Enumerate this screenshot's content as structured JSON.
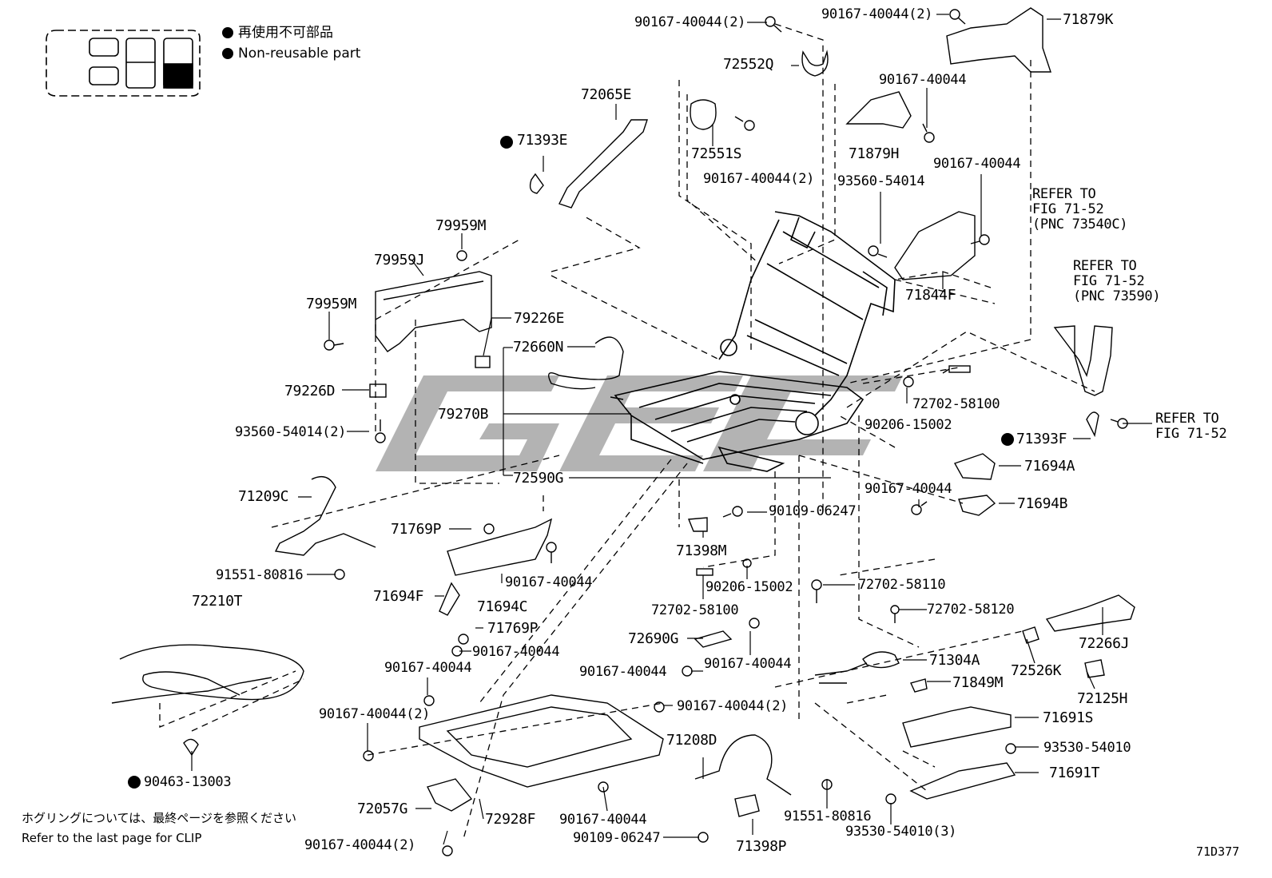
{
  "legend": {
    "jp": "再使用不可部品",
    "en": "Non-reusable part"
  },
  "clip_note": {
    "jp": "ホグリングについては、最終ページを参照ください",
    "en": "Refer to the last page for CLIP"
  },
  "figure_code": "71D377",
  "parts": [
    "90167-40044(2)",
    "90167-40044(2)",
    "71879K",
    "72552Q",
    "72065E",
    "71393E",
    "90167-40044",
    "72551S",
    "90167-40044(2)",
    "71879H",
    "90167-40044",
    "93560-54014",
    "REFER TO",
    "FIG 71-52",
    "(PNC 73540C)",
    "REFER TO",
    "FIG 71-52",
    "(PNC 73590)",
    "79959M",
    "79959J",
    "71844F",
    "79959M",
    "79226E",
    "72660N",
    "79226D",
    "72702-58100",
    "79270B",
    "90206-15002",
    "REFER TO",
    "FIG 71-52",
    "93560-54014(2)",
    "71393F",
    "71694A",
    "72590G",
    "71209C",
    "90167-40044",
    "71694B",
    "90109-06247",
    "71769P",
    "71398M",
    "91551-80816",
    "90167-40044",
    "90206-15002",
    "72702-58110",
    "71694F",
    "71694C",
    "72702-58100",
    "72702-58120",
    "72210T",
    "71769P",
    "72266J",
    "72690G",
    "90167-40044",
    "71304A",
    "90167-40044",
    "90167-40044",
    "72526K",
    "71849M",
    "72125H",
    "90167-40044",
    "90167-40044(2)",
    "71691S",
    "71208D",
    "90167-40044(2)",
    "93530-54010",
    "90463-13003",
    "71691T",
    "72057G",
    "72928F",
    "90167-40044",
    "91551-80816",
    "90167-40044(2)",
    "90109-06247",
    "71398P",
    "93530-54010(3)"
  ]
}
